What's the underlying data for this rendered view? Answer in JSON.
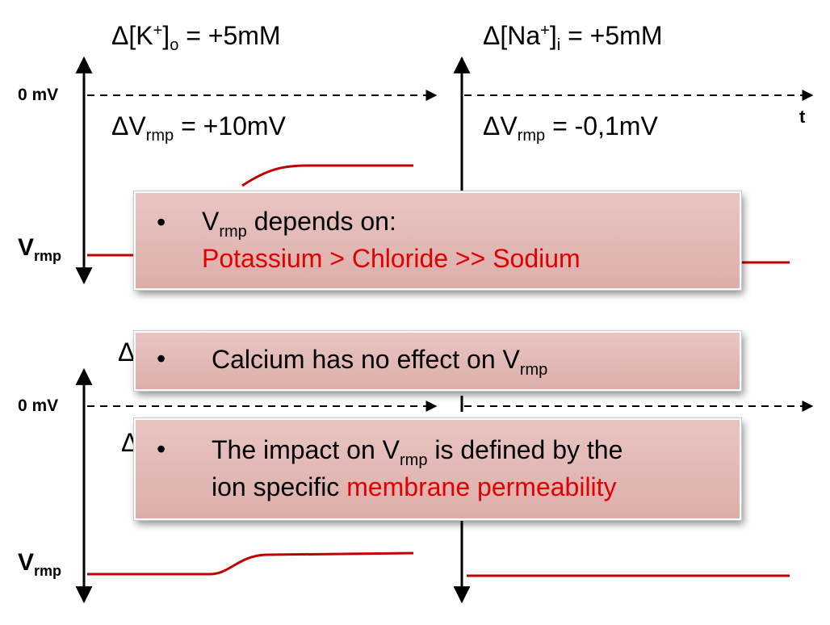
{
  "top_left": {
    "delta_sym": "Δ",
    "conc_a": "[K",
    "conc_sup": "+",
    "conc_b": "]",
    "conc_sub": "o",
    "conc_value": " = +5mM",
    "dv_a": "ΔV",
    "dv_sub": "rmp",
    "dv_value": " = +10mV"
  },
  "top_right": {
    "delta_sym": "Δ",
    "conc_a": "[Na",
    "conc_sup": "+",
    "conc_b": "]",
    "conc_sub": "i",
    "conc_value": " = +5mM",
    "dv_a": "ΔV",
    "dv_sub": "rmp",
    "dv_value": " = -0,1mV"
  },
  "axis": {
    "zero_mv": "0 mV",
    "vrmp_main": "V",
    "vrmp_sub": "rmp",
    "time": "t"
  },
  "bottom_partial": {
    "delta_1": "Δ",
    "delta_2": "Δ"
  },
  "boxes": {
    "box1": {
      "bullet": "•",
      "line1_a": "V",
      "line1_sub": "rmp",
      "line1_b": " depends on:",
      "line2": "Potassium > Chloride >> Sodium"
    },
    "box2": {
      "bullet": "•",
      "text_a": "Calcium has no effect on V",
      "text_sub": "rmp"
    },
    "box3": {
      "bullet": "•",
      "line1_a": "The impact on V",
      "line1_sub": "rmp",
      "line1_b": " is defined by the",
      "line2_a": "ion specific ",
      "line2_red": "membrane permeability"
    }
  },
  "colors": {
    "trace": "#c00000",
    "highlight": "#e00000",
    "box_fill": "#e2b9b5"
  }
}
